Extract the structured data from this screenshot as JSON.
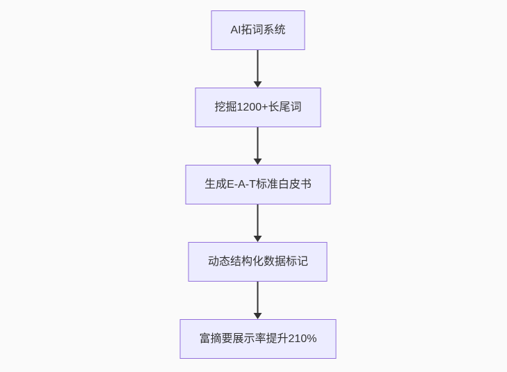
{
  "diagram": {
    "type": "flowchart-vertical",
    "background_color": "#fafafa",
    "node_fill_color": "#ECECFF",
    "node_border_color": "#9370DB",
    "node_text_color": "#333333",
    "arrow_color": "#333333",
    "nodes": [
      {
        "id": "n1",
        "label": "AI拓词系统"
      },
      {
        "id": "n2",
        "label": "挖掘1200+长尾词"
      },
      {
        "id": "n3",
        "label": "生成E-A-T标准白皮书"
      },
      {
        "id": "n4",
        "label": "动态结构化数据标记"
      },
      {
        "id": "n5",
        "label": "富摘要展示率提升210%"
      }
    ],
    "edges": [
      {
        "from": "n1",
        "to": "n2"
      },
      {
        "from": "n2",
        "to": "n3"
      },
      {
        "from": "n3",
        "to": "n4"
      },
      {
        "from": "n4",
        "to": "n5"
      }
    ]
  }
}
